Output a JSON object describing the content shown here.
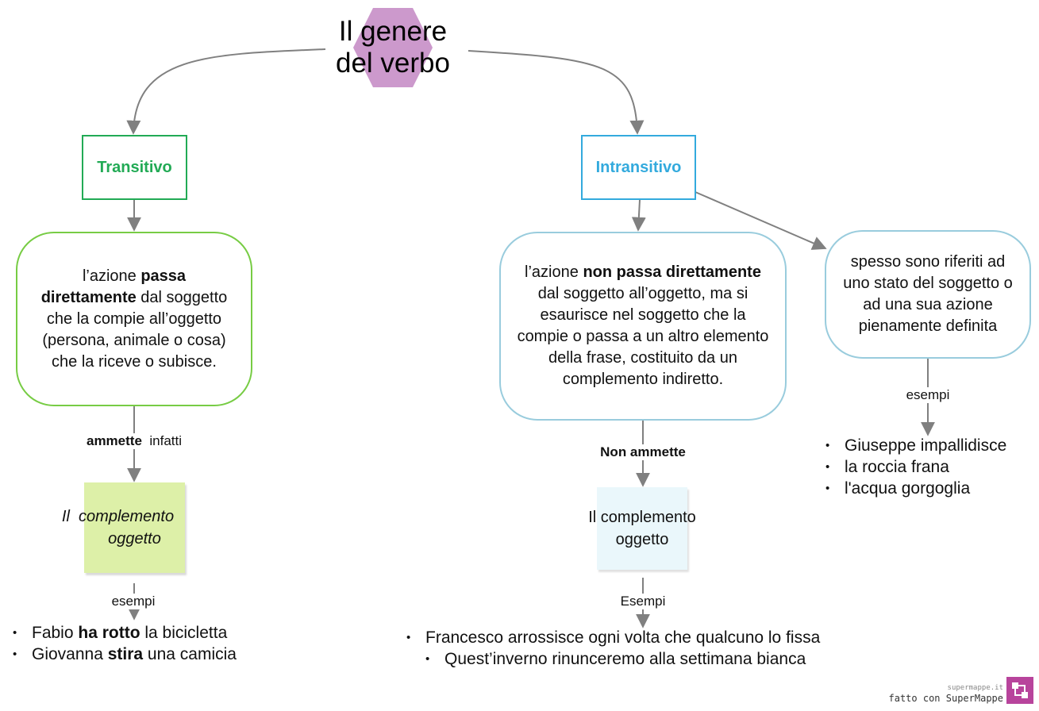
{
  "colors": {
    "hexagon": "#cc99cc",
    "transitivo": "#22aa55",
    "intransitivo": "#33aadd",
    "bubble_green": "#77cc44",
    "bubble_blue": "#99ccdd",
    "note_green": "#ddf0a8",
    "note_blue": "#eaf7fb",
    "connector": "#808080",
    "logo": "#b8449c"
  },
  "root": {
    "title_line1": "Il genere",
    "title_line2": "del verbo"
  },
  "transitivo": {
    "label": "Transitivo",
    "description": {
      "t1": "l’azione ",
      "b1": "passa direttamente",
      "t2": " dal soggetto che la compie all’oggetto (persona, animale o cosa) che la riceve o subisce."
    },
    "link": {
      "bold": "ammette",
      "rest": "infatti"
    },
    "note": {
      "line1_a": "Il",
      "line1_b": "complemento",
      "line2": "oggetto"
    },
    "examples_label": "esempi",
    "examples": [
      {
        "pre": "Fabio ",
        "bold": "ha rotto",
        "post": " la bicicletta"
      },
      {
        "pre": "Giovanna ",
        "bold": "stira",
        "post": " una camicia"
      }
    ]
  },
  "intransitivo": {
    "label": "Intransitivo",
    "description": {
      "t1": "l’azione ",
      "b1": "non passa direttamente",
      "t2": " dal soggetto all’oggetto, ma si esaurisce nel soggetto che la compie o passa a un altro elemento della frase, costituito da un complemento indiretto."
    },
    "link": "Non ammette",
    "note": {
      "line1": "Il complemento",
      "line2": "oggetto"
    },
    "examples_label": "Esempi",
    "examples": [
      "Francesco arrossisce ogni volta che qualcuno lo fissa",
      "Quest’inverno rinunceremo alla settimana bianca"
    ],
    "side": {
      "text": "spesso sono riferiti ad uno stato del soggetto o ad una sua azione pienamente definita",
      "examples_label": "esempi",
      "examples": [
        "Giuseppe impallidisce",
        "la roccia frana",
        "l'acqua gorgoglia"
      ]
    }
  },
  "footer": {
    "site": "supermappe.it",
    "credit": "fatto con SuperMappe",
    "logo_icon": "supermappe-logo-icon"
  }
}
